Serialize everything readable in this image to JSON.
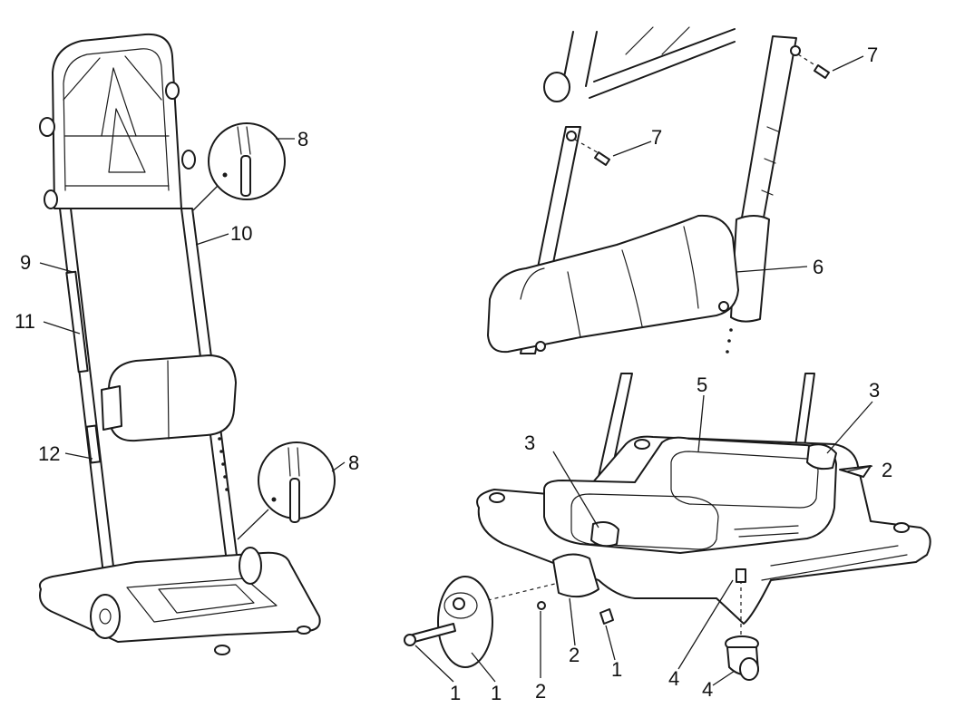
{
  "figure": {
    "callouts": {
      "c1": "8",
      "c2": "10",
      "c3": "9",
      "c4": "11",
      "c5": "12",
      "c6": "8",
      "c7": "7",
      "c8": "7",
      "c9": "6",
      "c10": "5",
      "c11": "3",
      "c12": "3",
      "c13": "2",
      "c14": "1",
      "c15": "1",
      "c16": "2",
      "c17": "2",
      "c18": "1",
      "c19": "4",
      "c20": "4"
    }
  }
}
